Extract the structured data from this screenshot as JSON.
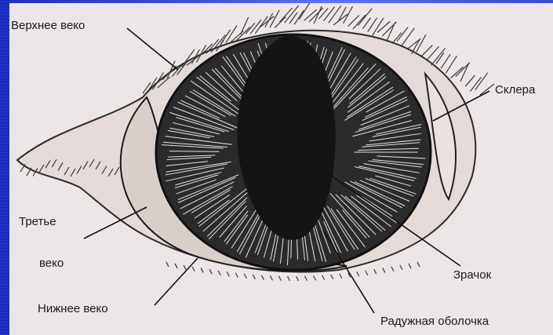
{
  "labels": {
    "upper_eyelid": "Верхнее веко",
    "sclera": "Склера",
    "third_eyelid_line1": "Третье",
    "third_eyelid_line2": "веко",
    "pupil": "Зрачок",
    "lower_eyelid": "Нижнее веко",
    "iris": "Радужная оболочка"
  }
}
